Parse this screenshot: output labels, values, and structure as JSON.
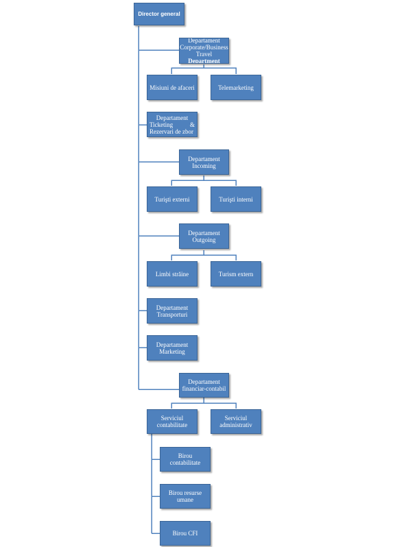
{
  "org": {
    "root": "Director general",
    "corporate_l1": "Departament",
    "corporate_l2": "Corporate/Business",
    "corporate_l3a": "Travel ",
    "corporate_l3b": "Department",
    "misiuni": "Misiuni de afaceri",
    "telemarketing": "Telemarketing",
    "ticketing_l1": "Departament",
    "ticketing_l2a": "Ticketing",
    "ticketing_l2b": "&",
    "ticketing_l3": "Rezervari de zbor",
    "incoming_l1": "Departament",
    "incoming_l2": "Incoming",
    "turisti_externi": "Turişti externi",
    "turisti_interni": "Turişti interni",
    "outgoing_l1": "Departament",
    "outgoing_l2": "Outgoing",
    "limbi_straine": "Limbi străine",
    "turism_extern": "Turism extern",
    "transporturi_l1": "Departament",
    "transporturi_l2": "Transporturi",
    "marketing_l1": "Departament",
    "marketing_l2": "Marketing",
    "financiar_l1": "Departament",
    "financiar_l2": "financiar-contabil",
    "serv_contab_l1": "Serviciul",
    "serv_contab_l2": "contabilitate",
    "serv_admin_l1": "Serviciul",
    "serv_admin_l2": "administrativ",
    "birou_contab": "Birou contabilitate",
    "birou_resurse_l1": "Birou resurse",
    "birou_resurse_l2": "umane",
    "birou_cfi": "Birou CFI"
  },
  "colors": {
    "box_fill": "#4f81bd",
    "box_border": "#3a6496",
    "connector": "#4f81bd",
    "text": "#ffffff"
  }
}
